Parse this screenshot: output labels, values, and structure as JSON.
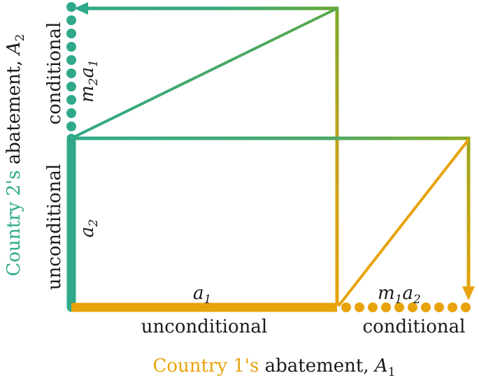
{
  "colors": {
    "green": "#2fa98a",
    "orange": "#e8a30c",
    "text": "#1a1a1a"
  },
  "labels": {
    "x_axis_country": "Country 1's",
    "x_axis_rest": " abatement, ",
    "x_axis_sym": "A",
    "x_axis_sub": "1",
    "y_axis_country": "Country 2's",
    "y_axis_rest": " abatement, ",
    "y_axis_sym": "A",
    "y_axis_sub": "2",
    "x_unconditional": "unconditional",
    "x_conditional": "conditional",
    "y_unconditional": "unconditional",
    "y_conditional": "conditional",
    "a1_sym": "a",
    "a1_sub": "1",
    "a2_sym": "a",
    "a2_sub": "2",
    "m1a2_m": "m",
    "m1a2_m_sub": "1",
    "m1a2_a": "a",
    "m1a2_a_sub": "2",
    "m2a1_m": "m",
    "m2a1_m_sub": "2",
    "m2a1_a": "a",
    "m2a1_a_sub": "1"
  }
}
